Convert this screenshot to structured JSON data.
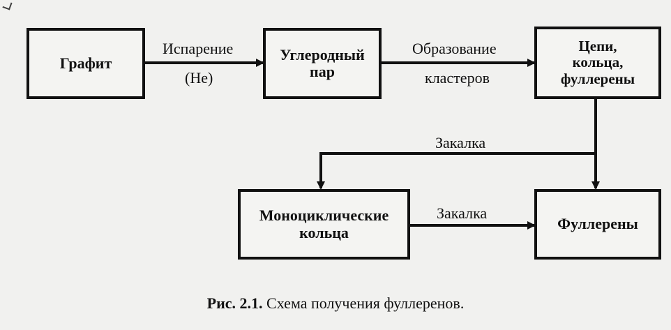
{
  "diagram": {
    "nodes": {
      "graphite": "Графит",
      "carbon_vapor": "Углеродный\nпар",
      "chains_rings_fullerenes": "Цепи,\nкольца,\nфуллерены",
      "monocyclic_rings": "Моноциклические\nкольца",
      "fullerenes": "Фуллерены"
    },
    "edges": {
      "evaporation_label": "Испарение",
      "helium_label": "(He)",
      "cluster_label_1": "Образование",
      "cluster_label_2": "кластеров",
      "quench_top_label": "Закалка",
      "quench_bottom_label": "Закалка"
    }
  },
  "caption": {
    "number": "Рис. 2.1.",
    "text": " Схема получения фуллеренов."
  }
}
